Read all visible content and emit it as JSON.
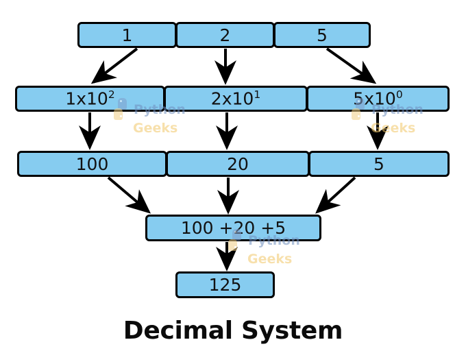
{
  "diagram": {
    "title": "Decimal System",
    "type": "flowchart",
    "colors": {
      "box_fill": "#86ccf0",
      "box_border": "#000000",
      "text": "#111111",
      "background": "#ffffff",
      "watermark_blue": "#6f8fbf",
      "watermark_gold": "#f2c86a"
    },
    "rows": [
      {
        "name": "digits",
        "boxes": [
          {
            "id": "digit-1",
            "text": "1"
          },
          {
            "id": "digit-2",
            "text": "2"
          },
          {
            "id": "digit-5",
            "text": "5"
          }
        ]
      },
      {
        "name": "powers",
        "boxes": [
          {
            "id": "power-1",
            "base": "1x10",
            "exponent": "2",
            "text": "1x10^2"
          },
          {
            "id": "power-2",
            "base": "2x10",
            "exponent": "1",
            "text": "2x10^1"
          },
          {
            "id": "power-3",
            "base": "5x10",
            "exponent": "0",
            "text": "5x10^0"
          }
        ]
      },
      {
        "name": "products",
        "boxes": [
          {
            "id": "product-100",
            "text": "100"
          },
          {
            "id": "product-20",
            "text": "20"
          },
          {
            "id": "product-5",
            "text": "5"
          }
        ]
      }
    ],
    "sum_box": {
      "id": "sum-expression",
      "text": "100 +20 +5"
    },
    "result_box": {
      "id": "result-value",
      "text": "125"
    }
  },
  "watermark": {
    "line1": "Python",
    "line2": "Geeks",
    "icon": "python-logo-icon",
    "instances": 3
  }
}
